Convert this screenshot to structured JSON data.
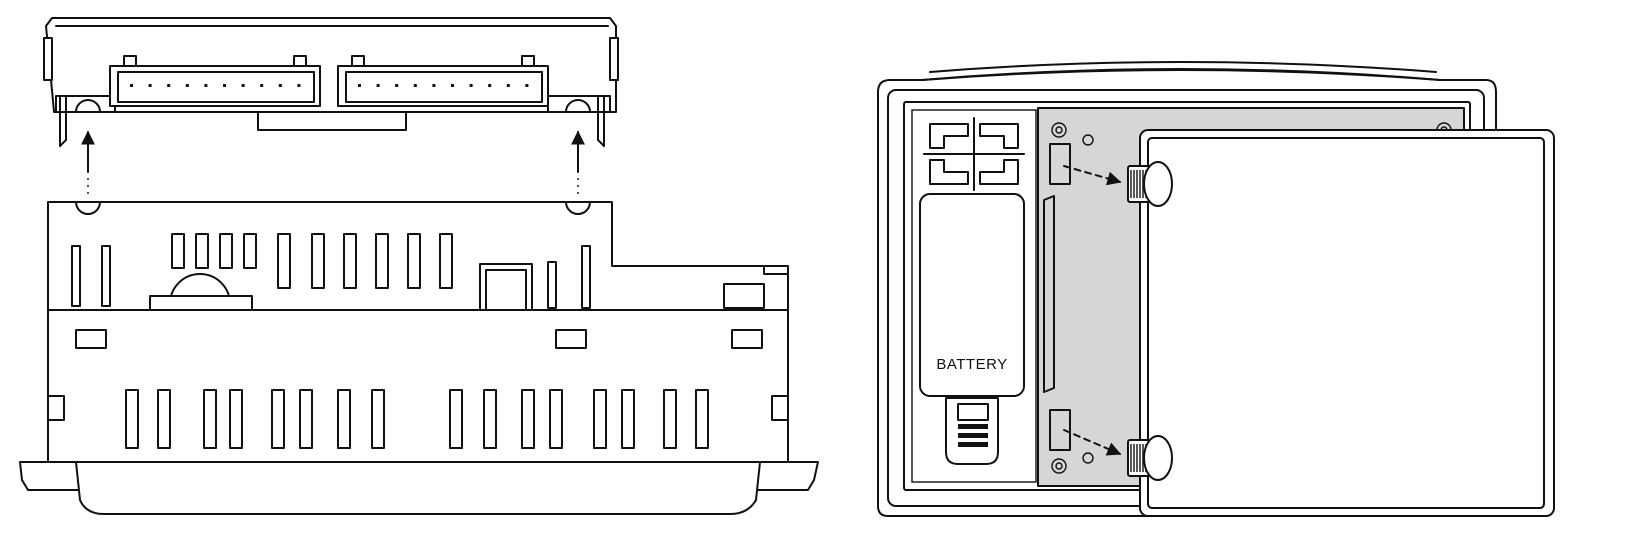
{
  "figure": {
    "panels": [
      {
        "id": "left",
        "icon": "connector-module-exploded-icon"
      },
      {
        "id": "right",
        "icon": "battery-compartment-icon"
      }
    ],
    "battery_label": "BATTERY"
  }
}
